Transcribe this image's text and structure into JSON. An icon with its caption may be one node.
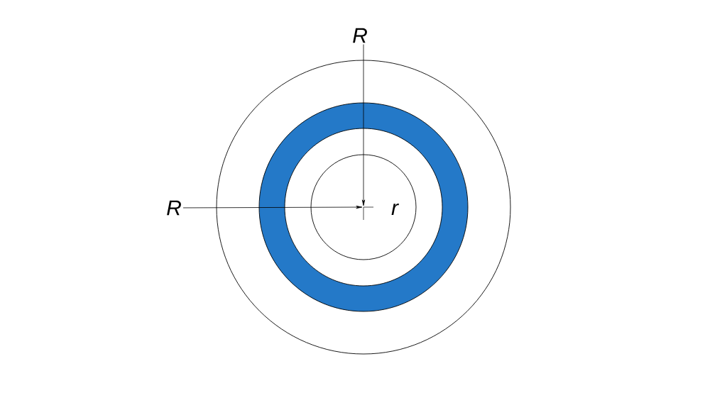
{
  "diagram": {
    "nodes": [
      {
        "text": [
          "R"
        ]
      },
      {
        "text": [
          "R"
        ]
      },
      {
        "text": [],
        "shape": "cross"
      }
    ],
    "edges": [
      {
        "from": 0,
        "to": 2,
        "arrow": "to"
      },
      {
        "from": 1,
        "to": 2,
        "arrow": "to"
      }
    ],
    "labels": [
      "r"
    ]
  }
}
